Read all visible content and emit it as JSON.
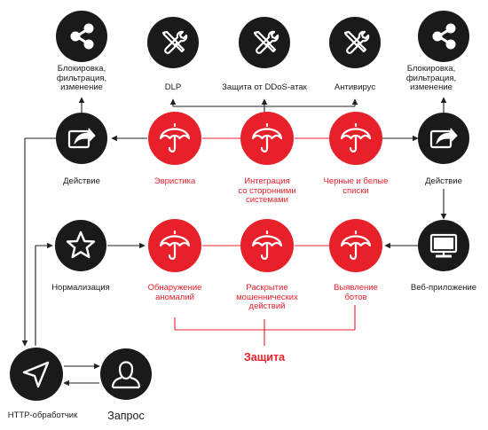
{
  "colors": {
    "dark": "#1a1a1a",
    "accent": "#e8202a",
    "line": "#222222"
  },
  "labels": {
    "block_left": "Блокировка,\nфильтрация,\nизменение",
    "block_right": "Блокировка,\nфильтрация,\nизменение",
    "dlp": "DLP",
    "ddos": "Защита от DDoS-атак",
    "antivirus": "Антивирус",
    "action_left": "Действие",
    "action_right": "Действие",
    "heuristics": "Эвристика",
    "integration": "Интеграция\nсо сторонними\nсистемами",
    "bw_lists": "Черные и белые\nсписки",
    "normalization": "Нормализация",
    "anomaly": "Обнаружение\nаномалий",
    "fraud": "Раскрытие\nмошеннических\nдействий",
    "bots": "Выявление\nботов",
    "webapp": "Веб-приложение",
    "protection": "Защита",
    "http_handler": "HTTP-обработчик",
    "request": "Запрос"
  },
  "icons": {
    "share": "share-icon",
    "tools": "tools-icon",
    "action": "share-arrow-icon",
    "umbrella": "umbrella-icon",
    "star": "star-icon",
    "monitor": "monitor-icon",
    "cursor": "cursor-icon",
    "user": "user-icon"
  }
}
